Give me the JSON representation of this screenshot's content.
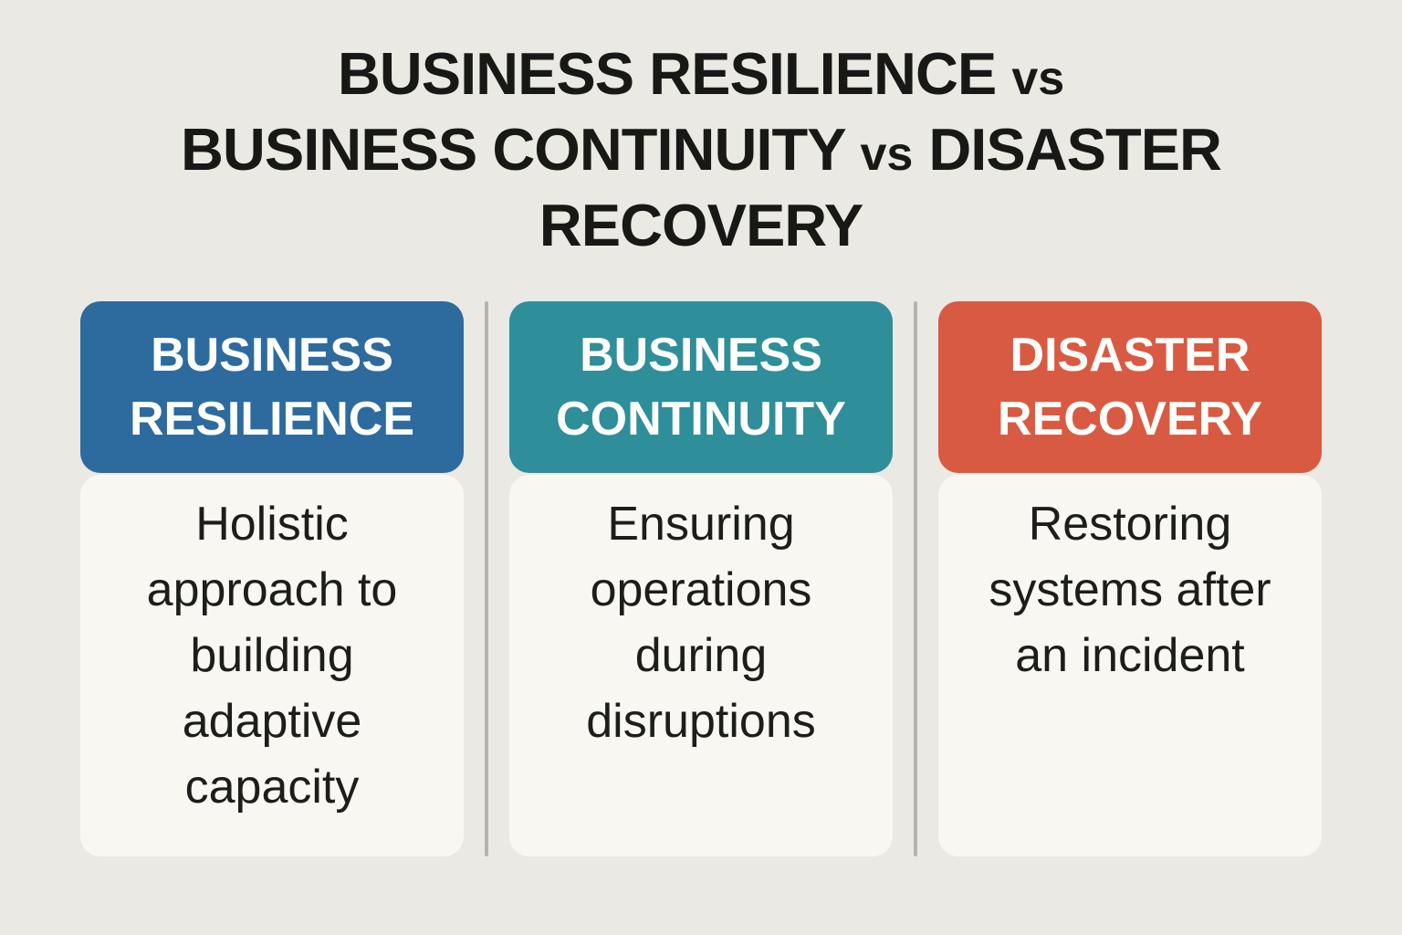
{
  "title": {
    "line1": {
      "part1": "BUSINESS RESILIENCE",
      "vs": "vs"
    },
    "line2": {
      "part1": "BUSINESS CONTINUITY",
      "vs": "vs",
      "part2": "DISASTER"
    },
    "line3": {
      "part1": "RECOVERY"
    }
  },
  "cards": [
    {
      "header": "BUSINESS RESILIENCE",
      "description": "Holistic approach to building adaptive capacity",
      "header_color": "#2d6b9f"
    },
    {
      "header": "BUSINESS CONTINUITY",
      "description": "Ensuring operations during disruptions",
      "header_color": "#2e8e99"
    },
    {
      "header": "DISASTER RECOVERY",
      "description": "Restoring systems after an incident",
      "header_color": "#d95a42"
    }
  ],
  "colors": {
    "page_background": "#eae9e4",
    "card_background": "#f8f7f1",
    "divider": "#b4b3af",
    "title_text": "#181817",
    "header_text": "#fdfdfa",
    "body_text": "#1d1d1b"
  }
}
